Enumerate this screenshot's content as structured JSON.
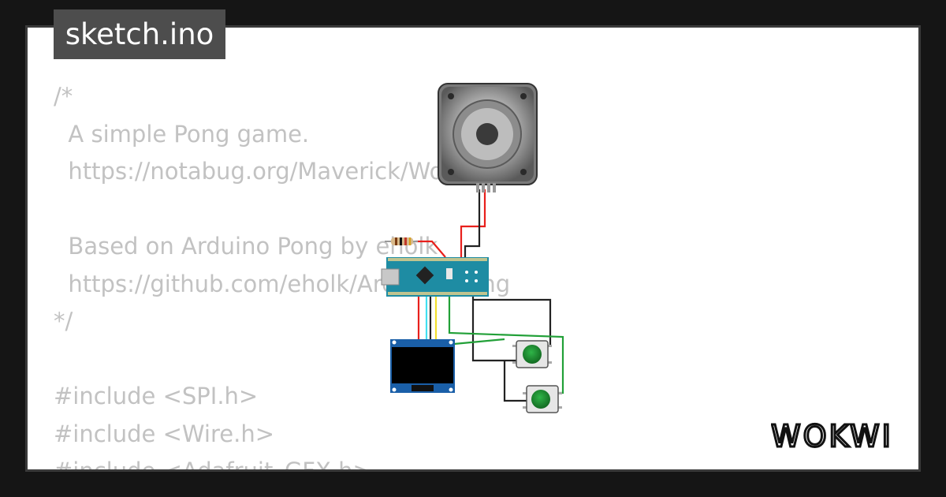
{
  "tab": {
    "filename": "sketch.ino"
  },
  "code_lines": [
    "/*",
    "  A simple Pong game.",
    "  https://notabug.org/Maverick/WokwiPong",
    "",
    "  Based on Arduino Pong by eholk",
    "  https://github.com/eholk/Arduino-Pong",
    "*/",
    "",
    "#include <SPI.h>",
    "#include <Wire.h>",
    "#include <Adafruit_GFX.h>"
  ],
  "logo": {
    "text": "WOKWI"
  },
  "colors": {
    "background": "#151515",
    "card": "#ffffff",
    "tab": "#4d4d4d",
    "code_text": "#c2c2c2",
    "board": "#1e8ca3",
    "button": "#1f8f32",
    "wire_red": "#e8201c",
    "wire_green": "#22a038",
    "wire_cyan": "#40e0f0",
    "wire_yellow": "#f2e030",
    "wire_black": "#222222"
  },
  "icons": [
    "stepper-motor-icon",
    "arduino-nano-icon",
    "resistor-icon",
    "oled-display-icon",
    "pushbutton-icon",
    "wokwi-logo-icon"
  ]
}
